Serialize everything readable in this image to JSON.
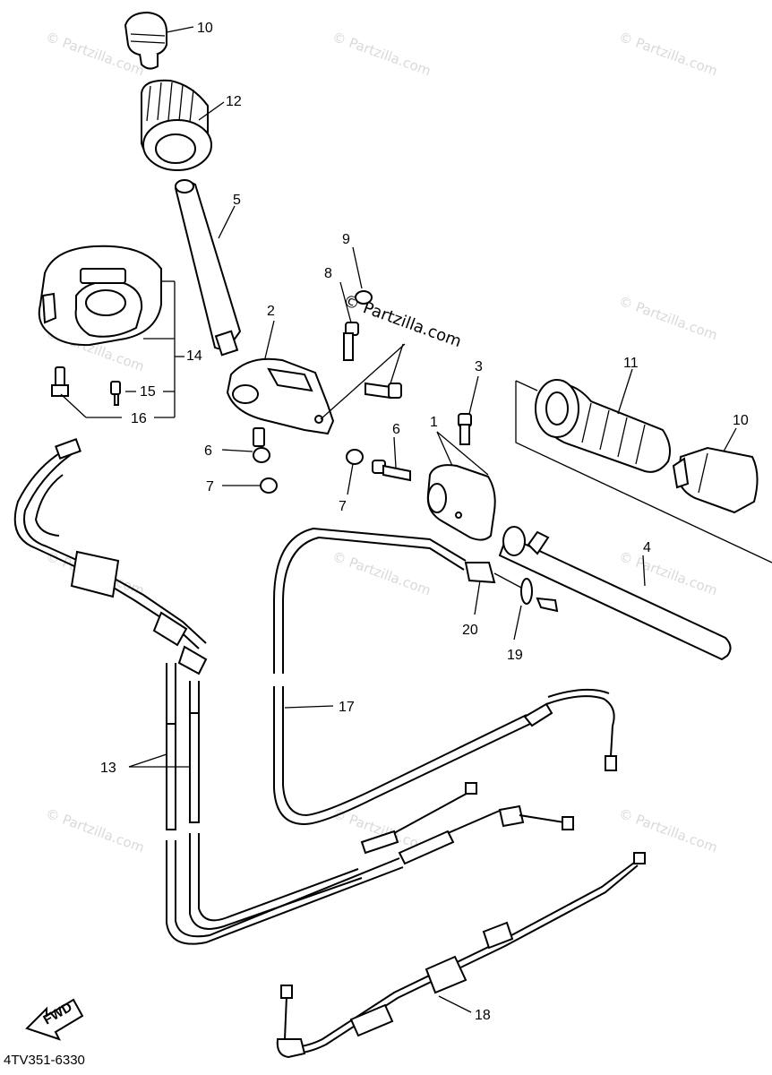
{
  "diagram": {
    "reference_code": "4TV351-6330",
    "fwd_label": "FWD",
    "watermark_text": "© Partzilla.com",
    "center_watermark_text": "© Partzilla.com",
    "callouts": {
      "c1": "1",
      "c2": "2",
      "c3": "3",
      "c4": "4",
      "c5": "5",
      "c6a": "6",
      "c6b": "6",
      "c7a": "7",
      "c7b": "7",
      "c8": "8",
      "c9": "9",
      "c10a": "10",
      "c10b": "10",
      "c11": "11",
      "c12": "12",
      "c13": "13",
      "c14": "14",
      "c15": "15",
      "c16": "16",
      "c17": "17",
      "c18": "18",
      "c19": "19",
      "c20": "20"
    }
  }
}
